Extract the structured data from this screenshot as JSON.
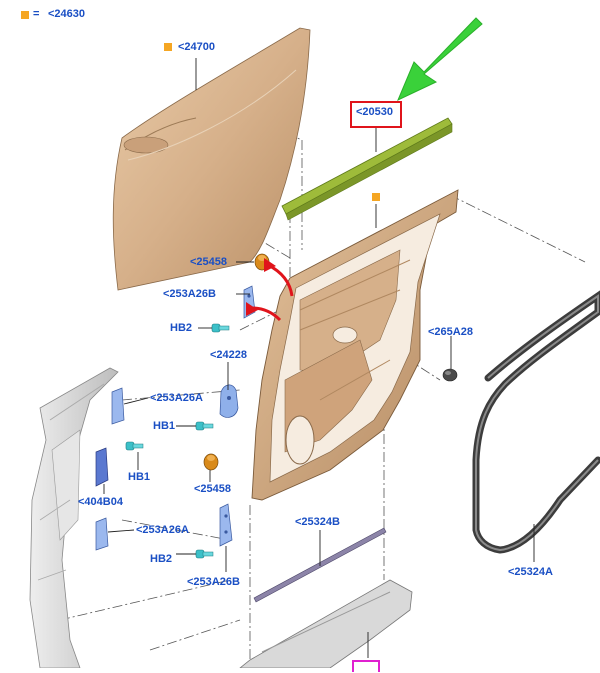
{
  "colors": {
    "label": "#1a4fc4",
    "marker": "#f5a623",
    "highlight_box": "#e0141b",
    "arrow_green": "#3ad13a",
    "arrow_red": "#e0141b",
    "door_skin": "#d8b48f",
    "door_frame": "#caa07a",
    "weatherstrip": "#8aa82a",
    "seal": "#3c3c3c",
    "hinge": "#7aa0e0",
    "pillar": "#cfcfcf"
  },
  "legend": {
    "marker_icon": "orange-square",
    "equals": "=",
    "ref": "<24630"
  },
  "labels": {
    "outer_panel": "<24700",
    "belt_weatherstrip": "<20530",
    "bumper_upper": "<25458",
    "hinge_upper": "<253A26B",
    "bolt_upper": "HB2",
    "check_strap": "<24228",
    "bolt_check": "HB1",
    "bumper_lower": "<25458",
    "hinge_lower": "<253A26B",
    "bolt_lower": "HB2",
    "pillar_hinge_upper": "<253A26A",
    "pillar_bolt": "HB1",
    "pillar_check_bracket": "<404B04",
    "pillar_hinge_lower": "<253A26A",
    "plug": "<265A28",
    "lower_seal": "<25324B",
    "door_opening_seal": "<25324A"
  }
}
